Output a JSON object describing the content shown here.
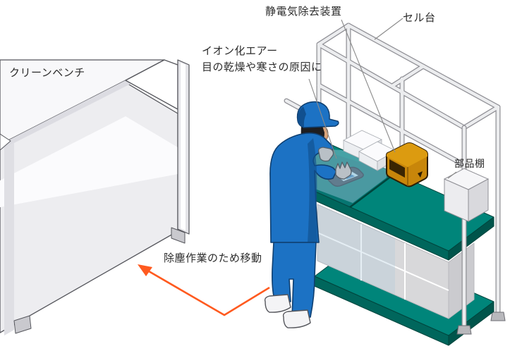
{
  "illustration": {
    "title_context": "factory cell workbench scene",
    "labels": {
      "clean_bench": "クリーンベンチ",
      "static_eliminator": "静電気除去装置",
      "cell_stand": "セル台",
      "ionized_air_line1": "イオン化エアー",
      "ionized_air_line2": "目の乾燥や寒さの原因に",
      "parts_shelf": "部品棚",
      "move_note": "除塵作業のため移動"
    },
    "colors": {
      "bench_teal_top": "#00857a",
      "bench_teal_side": "#00665c",
      "bench_teal_dark": "#00544b",
      "worker_blue": "#1c72c4",
      "worker_blue_dark": "#11508f",
      "device_orange": "#c8860a",
      "device_orange_light": "#dc9b10",
      "arrow_orange": "#ff5a1f",
      "metal_gray": "#ecedef",
      "outline_gray": "#909096",
      "clean_bench_gray": "#ededf0",
      "air_beam_blue": "#9ec6dc",
      "label_text": "#2b2b2b"
    }
  }
}
